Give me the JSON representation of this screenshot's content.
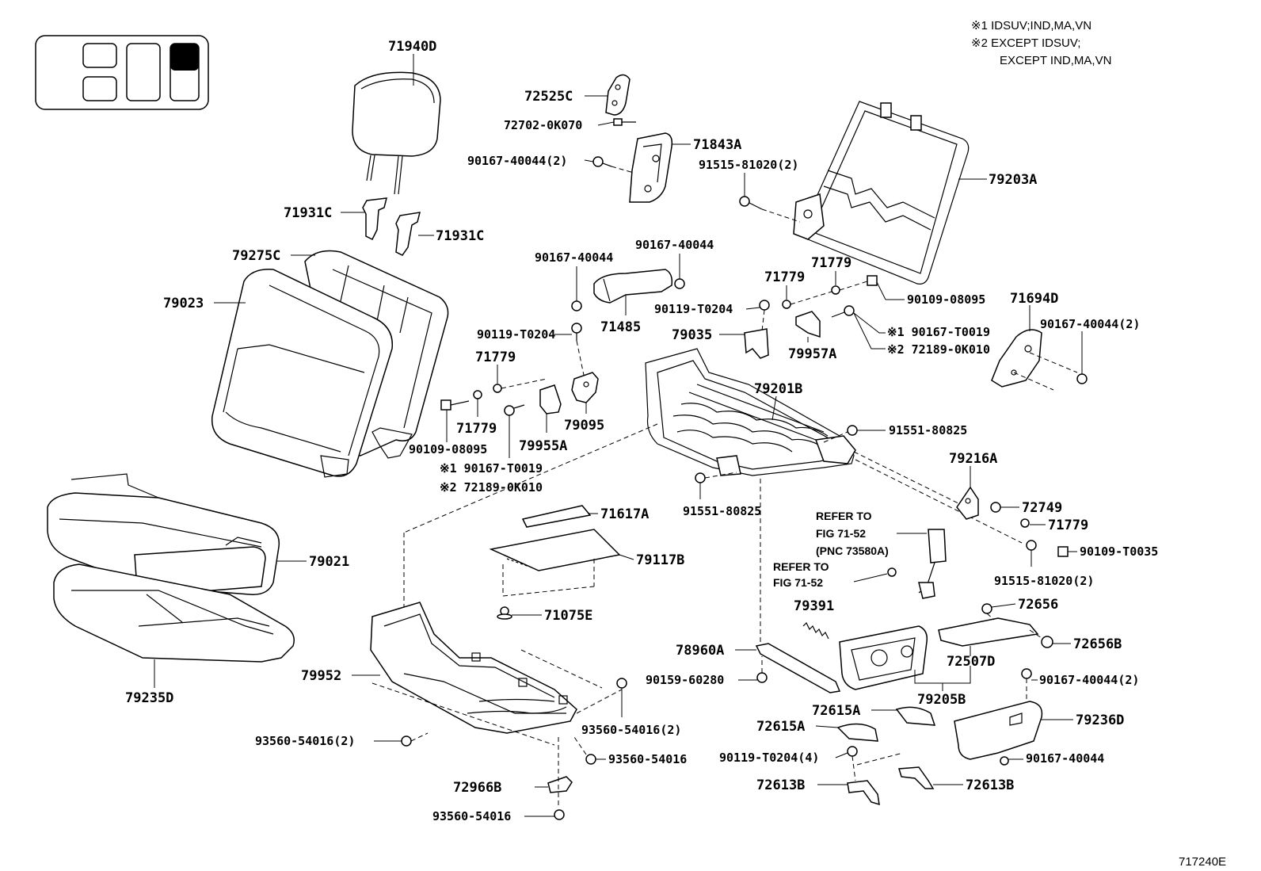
{
  "notes": {
    "line1": "※1 IDSUV;IND,MA,VN",
    "line2": "※2 EXCEPT IDSUV;",
    "line3": "EXCEPT IND,MA,VN"
  },
  "figure_code": "717240E",
  "labels": {
    "p71940D": "71940D",
    "p72525C": "72525C",
    "p72702": "72702-0K070",
    "p71843A": "71843A",
    "p90167_40044_2a": "90167-40044(2)",
    "p91515_81020_2a": "91515-81020(2)",
    "p79203A": "79203A",
    "p71931C_a": "71931C",
    "p71931C_b": "71931C",
    "p79275C": "79275C",
    "p79023": "79023",
    "p90167_40044_a": "90167-40044",
    "p90167_40044_b": "90167-40044",
    "p71779_a": "71779",
    "p71779_b": "71779",
    "p90109_08095_a": "90109-08095",
    "p90119_T0204_a": "90119-T0204",
    "p71485": "71485",
    "p79035": "79035",
    "p79957A": "79957A",
    "p71694D": "71694D",
    "p90167_40044_2b": "90167-40044(2)",
    "p90167_T0019_a": "※1 90167-T0019",
    "p72189_a": "※2 72189-0K010",
    "p90119_T0204_b": "90119-T0204",
    "p71779_c": "71779",
    "p79201B": "79201B",
    "p71779_d": "71779",
    "p79095": "79095",
    "p79955A": "79955A",
    "p90109_08095_b": "90109-08095",
    "p90167_T0019_b": "※1 90167-T0019",
    "p72189_b": "※2 72189-0K010",
    "p91551_80825_a": "91551-80825",
    "p91551_80825_b": "91551-80825",
    "p79216A": "79216A",
    "p72749": "72749",
    "p71779_e": "71779",
    "p90109_T0035": "90109-T0035",
    "p91515_81020_2b": "91515-81020(2)",
    "p71617A": "71617A",
    "p79117B": "79117B",
    "p71075E": "71075E",
    "p79021": "79021",
    "p79235D": "79235D",
    "p79952": "79952",
    "p93560_54016_2a": "93560-54016(2)",
    "p93560_54016_2b": "93560-54016(2)",
    "p93560_54016_a": "93560-54016",
    "p93560_54016_b": "93560-54016",
    "p72966B": "72966B",
    "p79391": "79391",
    "p78960A": "78960A",
    "p90159_60280": "90159-60280",
    "p72656": "72656",
    "p72656B": "72656B",
    "p72507D": "72507D",
    "p79205B": "79205B",
    "p90167_40044_2c": "90167-40044(2)",
    "p79236D": "79236D",
    "p72615A_a": "72615A",
    "p72615A_b": "72615A",
    "p90119_T0204_4": "90119-T0204(4)",
    "p90167_40044_c": "90167-40044",
    "p72613B_a": "72613B",
    "p72613B_b": "72613B"
  },
  "references": {
    "ref1_line1": "REFER TO",
    "ref1_line2": "FIG 71-52",
    "ref1_line3": "(PNC 73580A)",
    "ref2_line1": "REFER TO",
    "ref2_line2": "FIG 71-52"
  }
}
